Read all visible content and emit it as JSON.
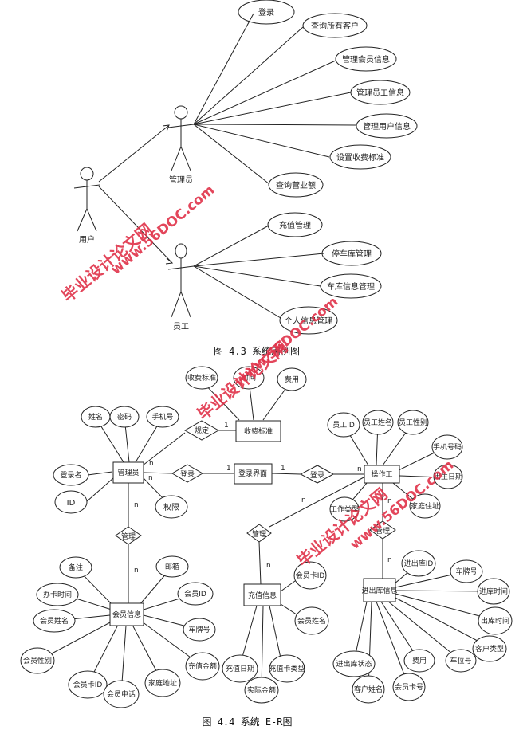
{
  "use_case": {
    "actors": {
      "user": "用户",
      "admin": "管理员",
      "staff": "员工"
    },
    "admin_cases": [
      "登录",
      "查询所有客户",
      "管理会员信息",
      "管理员工信息",
      "管理用户信息",
      "设置收费标准",
      "查询营业额"
    ],
    "staff_cases": [
      "充值管理",
      "停车库管理",
      "车库信息管理",
      "个人信息管理"
    ],
    "caption": "图 4.3 系统用例图"
  },
  "er": {
    "entities": {
      "admin": "管理员",
      "charge": "收费标准",
      "login": "登录界面",
      "operator": "操作工",
      "member": "会员信息",
      "recharge": "充值信息",
      "inout": "进出库信息"
    },
    "relations": {
      "rule": "规定",
      "login_a": "登录",
      "login_b": "登录",
      "manage_a": "管理",
      "manage_b": "管理",
      "manage_c": "管理"
    },
    "cardinality": {
      "one": "1",
      "many": "n"
    },
    "attributes": {
      "charge": [
        "收费标准",
        "时间",
        "费用"
      ],
      "admin": [
        "姓名",
        "密码",
        "手机号",
        "登录名",
        "ID",
        "权限"
      ],
      "operator": [
        "员工ID",
        "员工姓名",
        "员工性别",
        "手机号码",
        "出生日期",
        "家庭住址",
        "工作类型"
      ],
      "member": [
        "备注",
        "办卡时间",
        "会员姓名",
        "会员性别",
        "会员卡ID",
        "会员电话",
        "家庭地址",
        "充值金额",
        "车牌号",
        "会员ID",
        "邮箱"
      ],
      "recharge": [
        "会员卡ID",
        "会员姓名",
        "充值日期",
        "实际金额",
        "充值卡类型"
      ],
      "inout": [
        "进出库ID",
        "车牌号",
        "进库时间",
        "出库时间",
        "客户类型",
        "车位号",
        "费用",
        "会员卡号",
        "客户姓名",
        "进出库状态"
      ]
    },
    "caption": "图 4.4 系统 E-R图"
  },
  "watermarks": {
    "site_cn": "毕业设计论文网",
    "site_url": "www.56DOC.com"
  }
}
